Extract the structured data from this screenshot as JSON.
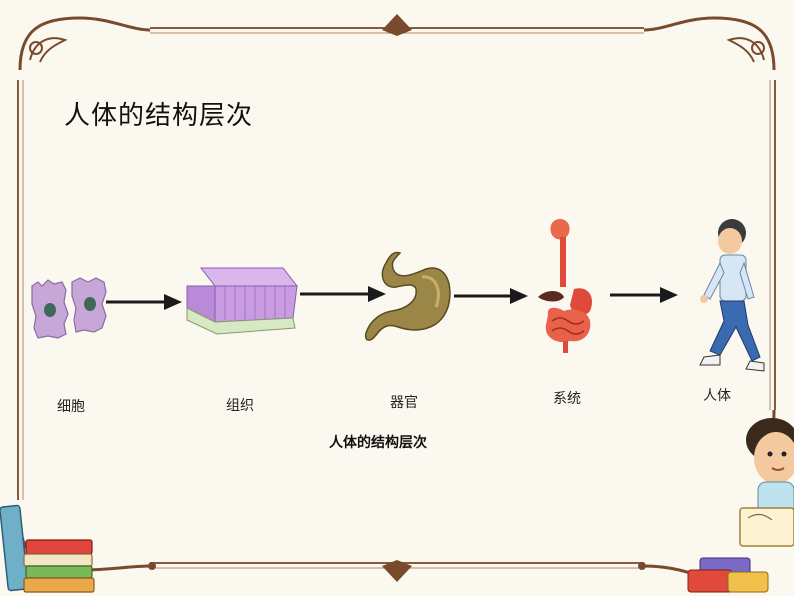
{
  "title": "人体的结构层次",
  "stages": [
    {
      "label": "细胞",
      "icon": "cell-icon"
    },
    {
      "label": "组织",
      "icon": "tissue-icon"
    },
    {
      "label": "器官",
      "icon": "stomach-icon"
    },
    {
      "label": "系统",
      "icon": "digestive-system-icon"
    },
    {
      "label": "人体",
      "icon": "human-body-icon"
    }
  ],
  "caption": "人体的结构层次",
  "colors": {
    "background": "#fbf9ef",
    "border": "#8a5a3c",
    "arrow": "#1a1a1a",
    "cell": "#c7a6d8",
    "tissue": "#c99be0",
    "stomach": "#9a8747",
    "system": "#e04a3a"
  }
}
